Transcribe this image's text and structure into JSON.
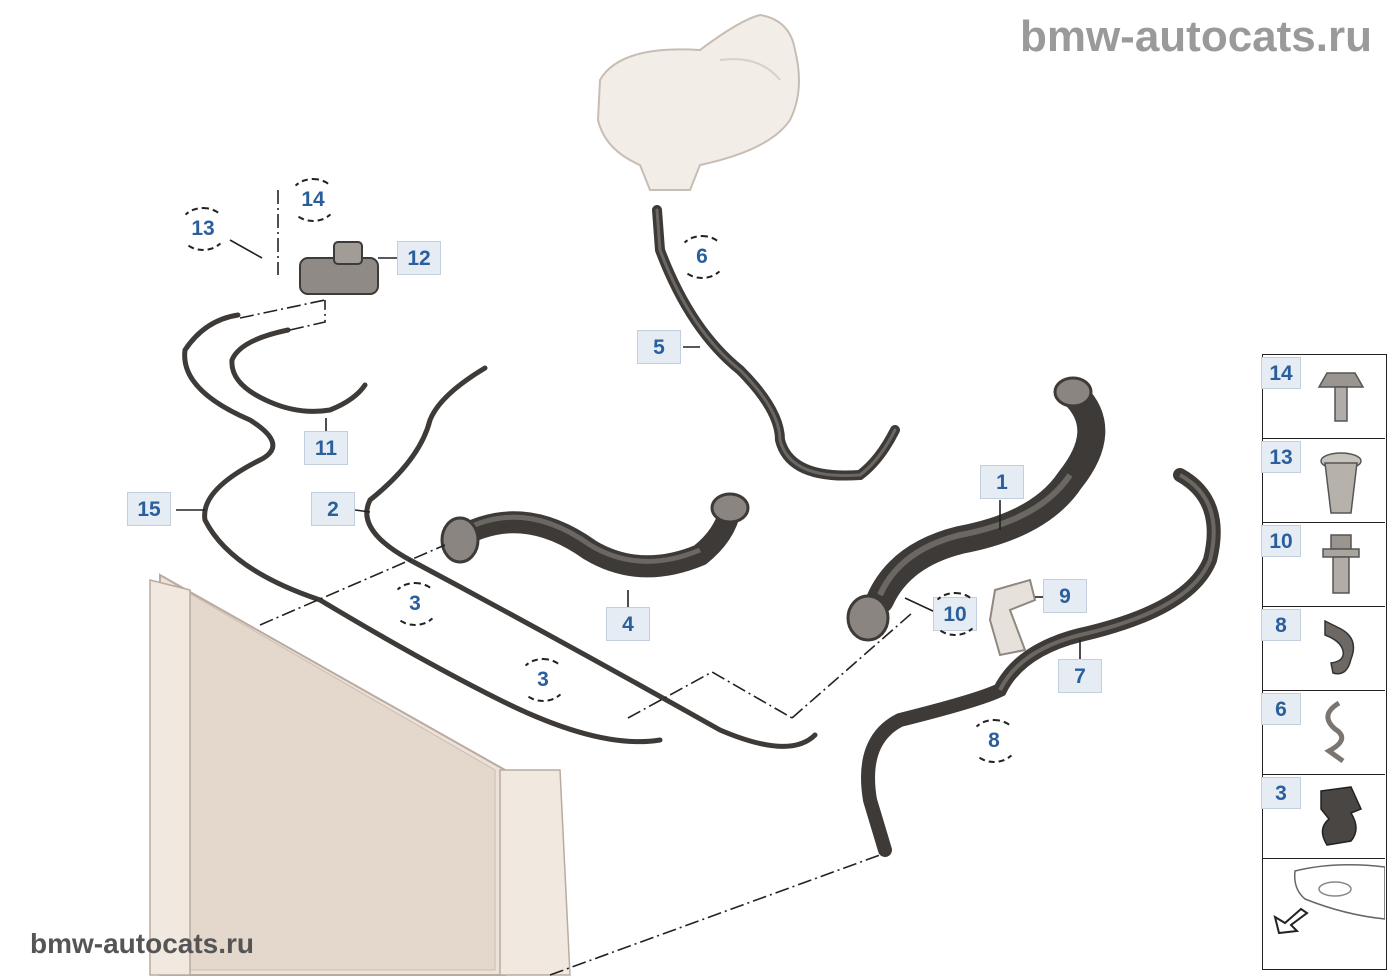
{
  "watermark": {
    "top": "bmw-autocats.ru",
    "bottom": "bmw-autocats.ru"
  },
  "callouts": {
    "c1": "1",
    "c2": "2",
    "c3a": "3",
    "c3b": "3",
    "c4": "4",
    "c5": "5",
    "c6": "6",
    "c7": "7",
    "c8": "8",
    "c9": "9",
    "c10": "10",
    "c11": "11",
    "c12": "12",
    "c13": "13",
    "c14": "14",
    "c15": "15"
  },
  "legend": [
    "14",
    "13",
    "10",
    "8",
    "6",
    "3"
  ],
  "colors": {
    "hose": "#3d3a37",
    "hose_light": "#6b6763",
    "label_bg": "#e6ecf4",
    "label_text": "#2a5f9c",
    "tank": "#efe8e2",
    "radiator": "#e8ddd4"
  }
}
